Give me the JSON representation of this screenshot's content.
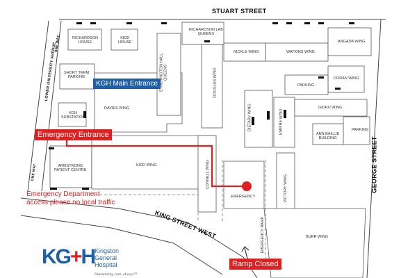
{
  "streets": {
    "stuart": "STUART STREET",
    "george": "GEORGE STREET",
    "king_west": "KING STREET WEST",
    "lower_university": "LOWER UNIVERSITY AVENUE",
    "one_way_top": "ONE WAY",
    "one_way_bottom": "ONE WAY"
  },
  "buildings": {
    "richardson_house": "RICHARDSON\nHOUSE",
    "kidd_house": "KIDD\nHOUSE",
    "richardson_lab": "RICHARDSON LAB\nQUEENS",
    "etherington_hall": "ETHERINGTON HALL\nQUEENS",
    "douglas_wing": "DOUGLAS WING",
    "nickle_wing": "NICKLE WING",
    "watkins_wing": "WATKINS WING",
    "angada_wing": "ANGADA WING",
    "doran_wing": "DORAN WING",
    "parking_east": "PARKING",
    "gidru_wing": "GIDRU WING",
    "dietary_wing": "DIETARY WING",
    "empire_wing": "EMPIRE WING",
    "ann_baillie": "ANN BAILLIE\nBUILDING",
    "parking_george": "PARKING",
    "short_term_parking": "SHORT TERM\nPARKING",
    "kgh_substation": "KGH\nSUBSTATION",
    "davies_wing": "DAVIES WING",
    "armstrong": "ARMSTRONG\nPATIENT CENTRE",
    "kidd_wing": "KIDD WING",
    "connell_wing": "CONNELL WING",
    "emergency": "EMERGENCY",
    "victory_wing": "VICTORY WING",
    "emergency_ramp": "EMERGENCY RAMP",
    "burr_wing": "BURR WING"
  },
  "callouts": {
    "main_entrance": "KGH Main Entrance",
    "emergency_entrance": "Emergency Entrance",
    "ramp_closed": "Ramp Closed",
    "ed_access_line1": "Emergency Department",
    "ed_access_line2": "access please no local traffic"
  },
  "logo": {
    "mark_k": "KG",
    "mark_plus": "+",
    "mark_h": "H",
    "name_line1": "Kingston",
    "name_line2": "General",
    "name_line3": "Hospital",
    "tagline": "Outstanding care, always™"
  },
  "colors": {
    "route": "#e02020",
    "entrance_blue": "#1f5fa8",
    "building_stroke": "#555555",
    "parking_marker": "#111111"
  }
}
